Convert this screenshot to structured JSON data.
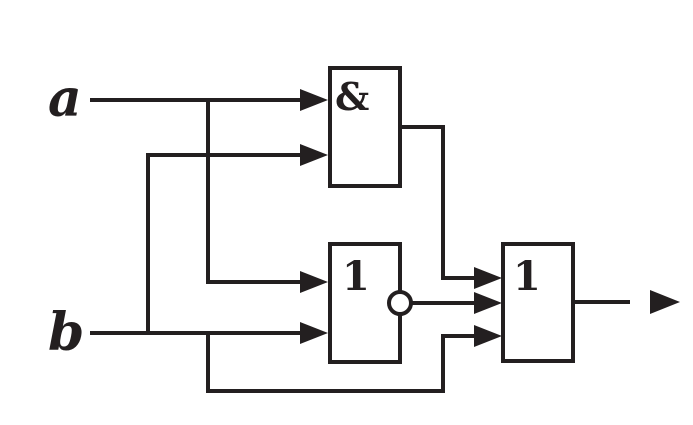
{
  "inputs": {
    "a": "a",
    "b": "b"
  },
  "gates": {
    "and_symbol": "&",
    "or_symbol": "1",
    "output_or_symbol": "1"
  },
  "colors": {
    "ink": "#231f20",
    "background": "#ffffff"
  }
}
